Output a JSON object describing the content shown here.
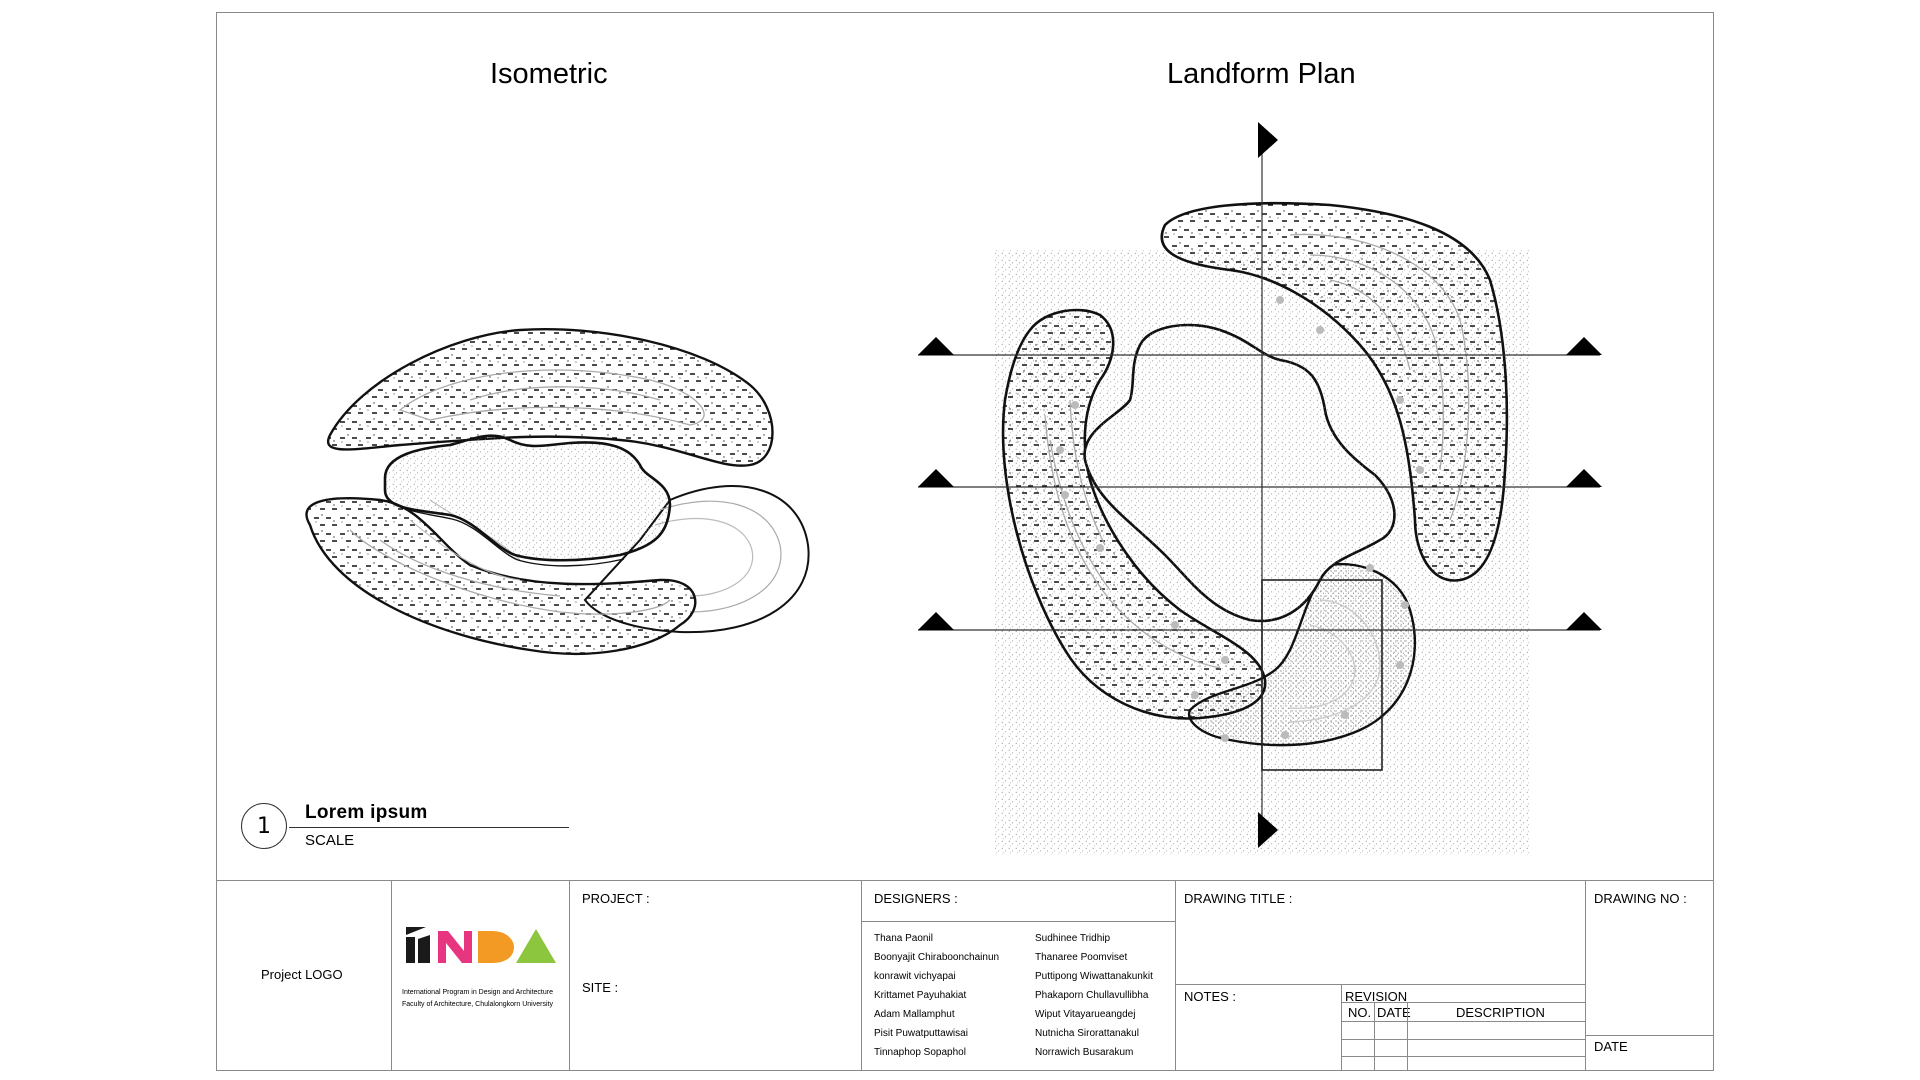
{
  "views": {
    "isometric_title": "Isometric",
    "plan_title": "Landform Plan"
  },
  "drawing_label": {
    "number": "1",
    "title": "Lorem ipsum",
    "scale": "SCALE"
  },
  "title_block": {
    "project_logo": "Project LOGO",
    "logo": {
      "letters": "INDA",
      "line1": "International Program in Design and Architecture",
      "line2": "Faculty of Architecture, Chulalongkorn University"
    },
    "project_label": "PROJECT :",
    "site_label": "SITE :",
    "designers_label": "DESIGNERS :",
    "designers_col1": [
      "Thana Paonil",
      "Boonyajit Chiraboonchainun",
      "konrawit vichyapai",
      "Krittamet Payuhakiat",
      "Adam Mallamphut",
      "Pisit Puwatputtawisai",
      "Tinnaphop Sopaphol"
    ],
    "designers_col2": [
      "Sudhinee Tridhip",
      "Thanaree Poomviset",
      "Puttipong Wiwattanakunkit",
      "Phakaporn Chullavullibha",
      "Wiput Vitayarueangdej",
      "Nutnicha Sirorattanakul",
      "Norrawich Busarakum"
    ],
    "drawing_title_label": "DRAWING TITLE :",
    "notes_label": "NOTES :",
    "revision_label": "REVISION",
    "revision_columns": [
      "NO.",
      "DATE",
      "DESCRIPTION"
    ],
    "drawing_no_label": "DRAWING NO :",
    "date_label": "DATE"
  },
  "colors": {
    "logo_black": "#1a1a1a",
    "logo_magenta": "#e8357f",
    "logo_orange": "#f39a24",
    "logo_green": "#8cc63f",
    "contour_gray": "#9a9a9a"
  }
}
